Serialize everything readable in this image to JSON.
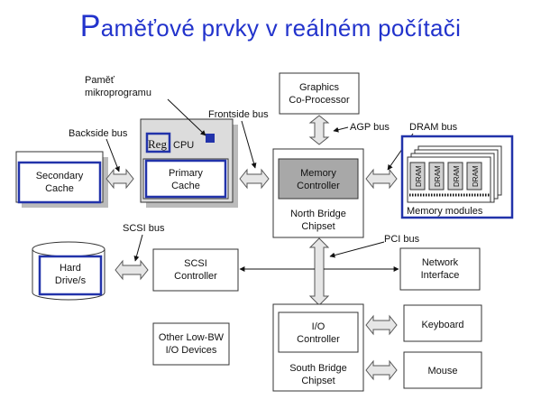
{
  "title": {
    "first_letter": "P",
    "rest": "aměťové prvky v reálném počítači"
  },
  "labels": {
    "pamet_line1": "Paměť",
    "pamet_line2": "mikroprogramu",
    "frontside_bus": "Frontside bus",
    "backside_bus": "Backside bus",
    "reg": "Reg",
    "cpu": "CPU",
    "primary_cache_1": "Primary",
    "primary_cache_2": "Cache",
    "secondary_cache_1": "Secondary",
    "secondary_cache_2": "Cache",
    "graphics_1": "Graphics",
    "graphics_2": "Co-Processor",
    "agp_bus": "AGP bus",
    "dram_bus": "DRAM bus",
    "memory_controller_1": "Memory",
    "memory_controller_2": "Controller",
    "north_bridge_1": "North Bridge",
    "north_bridge_2": "Chipset",
    "dram_chip": "DRAM",
    "memory_modules": "Memory modules",
    "scsi_bus": "SCSI bus",
    "pci_bus": "PCI bus",
    "hard_drive_1": "Hard",
    "hard_drive_2": "Drive/s",
    "scsi_controller_1": "SCSI",
    "scsi_controller_2": "Controller",
    "network_1": "Network",
    "network_2": "Interface",
    "io_controller_1": "I/O",
    "io_controller_2": "Controller",
    "south_bridge_1": "South Bridge",
    "south_bridge_2": "Chipset",
    "other_lowbw_1": "Other Low-BW",
    "other_lowbw_2": "I/O Devices",
    "keyboard": "Keyboard",
    "mouse": "Mouse"
  },
  "colors": {
    "title": "#2233cc",
    "highlight": "#2233aa"
  }
}
